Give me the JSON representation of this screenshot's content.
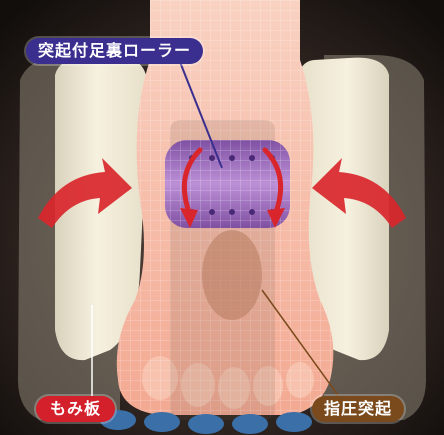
{
  "labels": {
    "roller": "突起付足裏ローラー",
    "board": "もみ板",
    "nub": "指圧突起"
  },
  "colors": {
    "roller_label_bg": "#3a2f8f",
    "board_label_bg": "#d3202a",
    "nub_label_bg": "#7a4a1c",
    "arrow_red": "#d9262c",
    "roller_purple": "#8e5fc3",
    "board_cream": "#f2ecd8",
    "foot_pink": "#f6b9a2"
  },
  "icons": {
    "left_arrow": "curved-arrow-right-icon",
    "right_arrow": "curved-arrow-left-icon",
    "roller_arrows": "rotation-arrows-icon"
  }
}
